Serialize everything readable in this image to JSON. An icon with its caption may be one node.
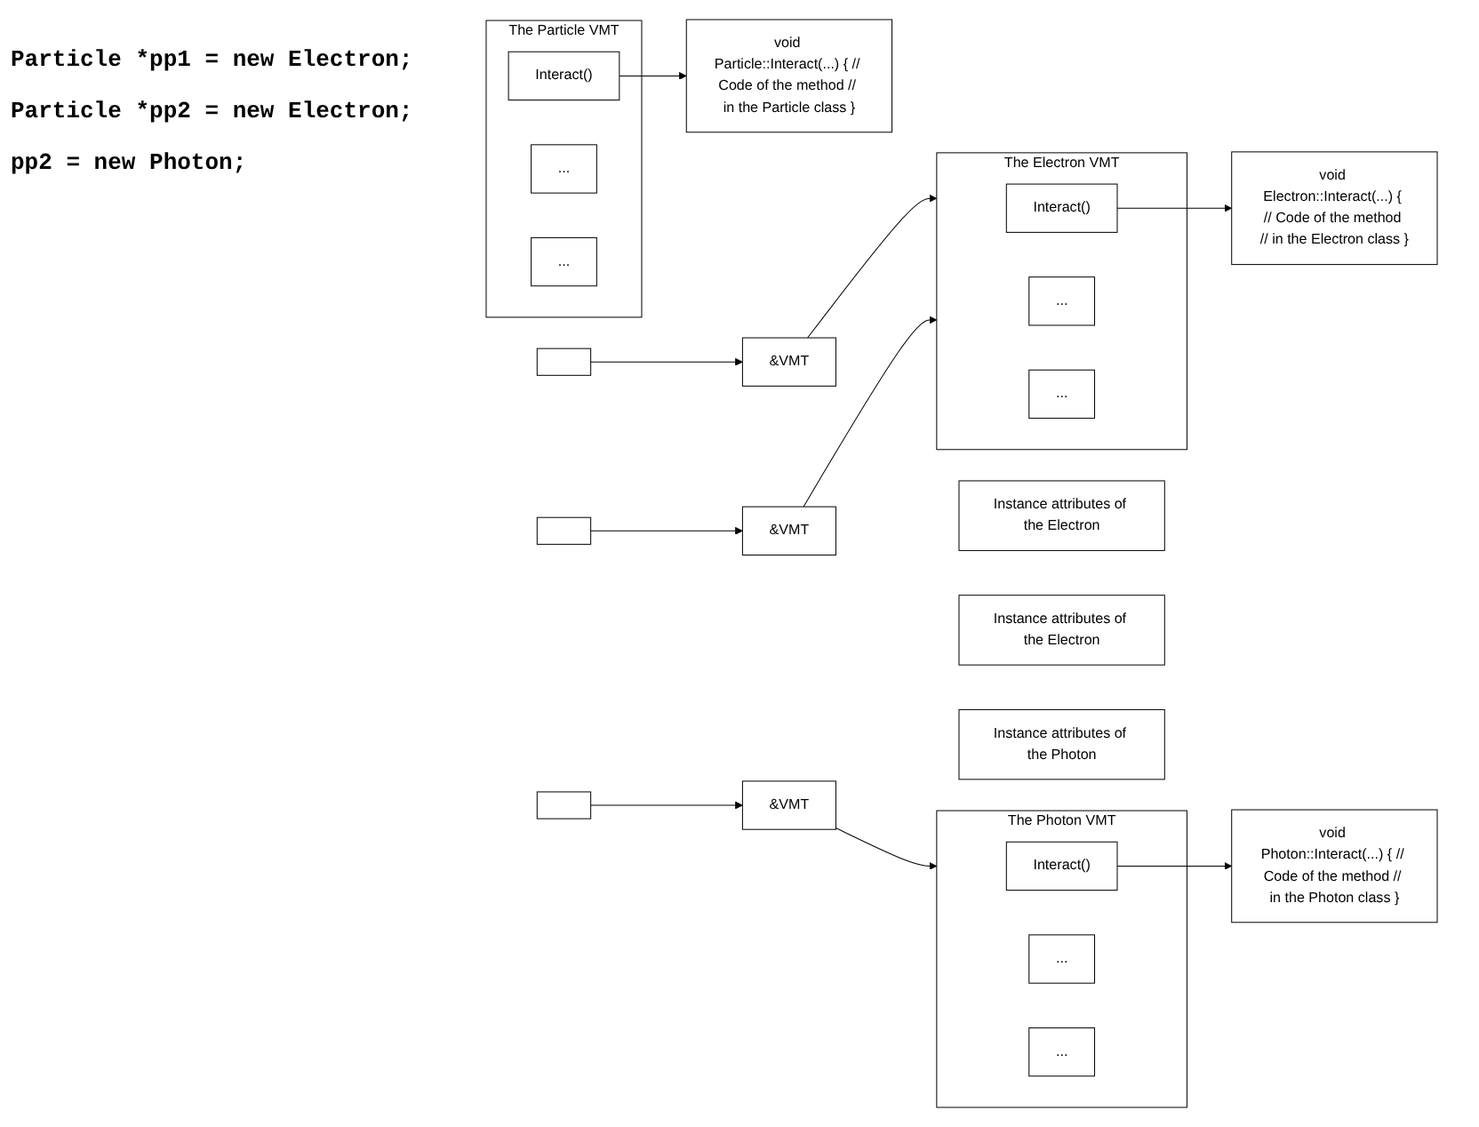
{
  "diagram": {
    "nodes": [
      {
        "text": [
          "The Particle VMT"
        ]
      },
      {
        "text": [
          "Interact()"
        ],
        "in": 0
      },
      {
        "text": [
          "..."
        ],
        "in": 0
      },
      {
        "text": [
          "..."
        ],
        "in": 0
      },
      {
        "text": [
          "void Particle::Interact(...) { // Code of the method // in the Particle class }"
        ]
      },
      {
        "text": [],
        "shape": "box"
      },
      {
        "text": [
          "&VMT"
        ]
      },
      {
        "text": [
          "Instance attributes of the Electron"
        ]
      },
      {
        "text": [
          "The Electron VMT"
        ]
      },
      {
        "text": [
          "Interact()"
        ],
        "in": 8
      },
      {
        "text": [
          "..."
        ],
        "in": 8
      },
      {
        "text": [
          "..."
        ],
        "in": 8
      },
      {
        "text": [
          "void Electron::Interact(...) { // Code of the method // in the Electron class }"
        ]
      },
      {
        "text": [],
        "shape": "box"
      },
      {
        "text": [
          "&VMT"
        ]
      },
      {
        "text": [
          "Instance attributes of the Electron"
        ]
      },
      {
        "text": [],
        "shape": "box"
      },
      {
        "text": [
          "&VMT"
        ]
      },
      {
        "text": [
          "Instance attributes of the Photon"
        ]
      },
      {
        "text": [
          "The Photon VMT"
        ]
      },
      {
        "text": [
          "Interact()"
        ],
        "in": 19
      },
      {
        "text": [
          "..."
        ],
        "in": 19
      },
      {
        "text": [
          "..."
        ],
        "in": 19
      },
      {
        "text": [
          "void Photon::Interact(...) { // Code of the method // in the Photon class }"
        ]
      }
    ],
    "edges": [
      {
        "from": 1,
        "to": 4,
        "arrow": "to"
      },
      {
        "from": 5,
        "to": 6,
        "arrow": "to"
      },
      {
        "from": 6,
        "to": 8,
        "arrow": "to"
      },
      {
        "from": 9,
        "to": 12,
        "arrow": "to"
      },
      {
        "from": 13,
        "to": 14,
        "arrow": "to"
      },
      {
        "from": 14,
        "to": 8,
        "arrow": "to"
      },
      {
        "from": 16,
        "to": 17,
        "arrow": "to"
      },
      {
        "from": 17,
        "to": 19,
        "arrow": "to"
      },
      {
        "from": 20,
        "to": 23,
        "arrow": "to"
      }
    ],
    "labels": [
      "Particle *pp1 = new Electron;",
      "Particle *pp2 = new Electron;",
      "pp2 = new Photon;"
    ]
  }
}
